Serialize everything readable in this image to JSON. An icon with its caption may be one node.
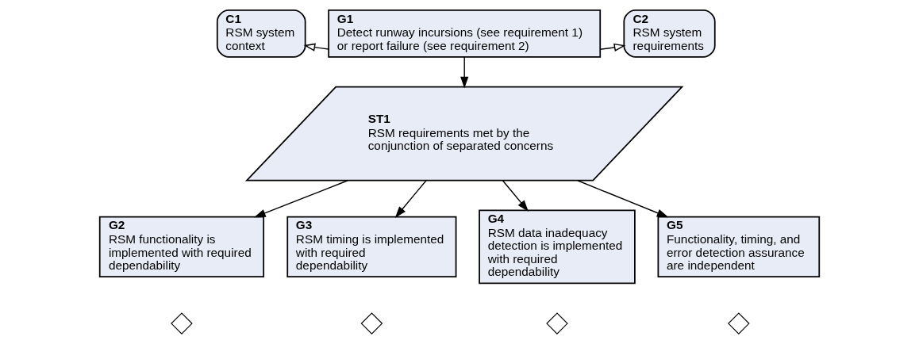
{
  "diagram": {
    "nodes": [
      {
        "text": [
          "C1",
          "RSM system context"
        ]
      },
      {
        "text": [
          "G1",
          "Detect runway incursions (see requirement 1) or report failure (see requirement 2)"
        ]
      },
      {
        "text": [
          "C2",
          "RSM system requirements"
        ]
      },
      {
        "text": [
          "ST1",
          "RSM requirements met by the conjunction of separated concerns"
        ]
      },
      {
        "text": [
          "G2",
          "RSM functionality is implemented with required dependability"
        ]
      },
      {
        "text": [
          "G3",
          "RSM timing is implemented with required dependability"
        ]
      },
      {
        "text": [
          "G4",
          "RSM data inadequacy detection is implemented with required dependability"
        ]
      },
      {
        "text": [
          "G5",
          "Functionality, timing, and error detection assurance are independent"
        ]
      },
      {
        "text": [],
        "shape": "diamond"
      },
      {
        "text": [],
        "shape": "diamond"
      },
      {
        "text": [],
        "shape": "diamond"
      },
      {
        "text": [],
        "shape": "diamond"
      }
    ],
    "edges": [
      {
        "from": 1,
        "to": 0,
        "arrow": "to"
      },
      {
        "from": 1,
        "to": 2,
        "arrow": "to"
      },
      {
        "from": 1,
        "to": 3,
        "arrow": "to"
      },
      {
        "from": 3,
        "to": 4,
        "arrow": "to"
      },
      {
        "from": 3,
        "to": 5,
        "arrow": "to"
      },
      {
        "from": 3,
        "to": 6,
        "arrow": "to"
      },
      {
        "from": 3,
        "to": 7,
        "arrow": "to"
      }
    ]
  }
}
